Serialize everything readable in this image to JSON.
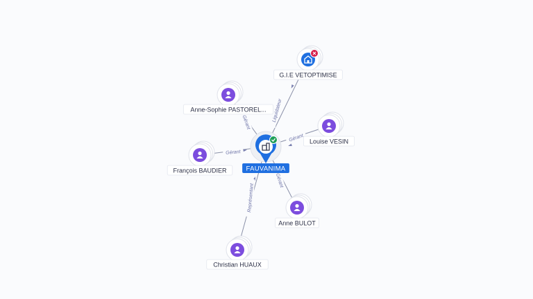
{
  "graph": {
    "center": {
      "name": "FAUVANIMA",
      "status": "active",
      "icon": "building-icon",
      "badge_icon": "check-icon",
      "color": "#1f6fe0",
      "badge_color": "#1e9e57"
    },
    "nodes": [
      {
        "id": "gie",
        "name": "G.I.E VETOPTIMISE",
        "kind": "company",
        "icon": "building-icon",
        "badge_icon": "close-icon",
        "badge_color": "#d61f4b",
        "relation": "Liquidateur"
      },
      {
        "id": "anne-sophie",
        "name": "Anne-Sophie PASTOREL...",
        "kind": "person",
        "icon": "person-icon",
        "relation": "Gérant"
      },
      {
        "id": "louise",
        "name": "Louise VESIN",
        "kind": "person",
        "icon": "person-icon",
        "relation": "Gérant"
      },
      {
        "id": "francois",
        "name": "François BAUDIER",
        "kind": "person",
        "icon": "person-icon",
        "relation": "Gérant"
      },
      {
        "id": "anne-bulot",
        "name": "Anne BULOT",
        "kind": "person",
        "icon": "person-icon",
        "relation": "Gérant"
      },
      {
        "id": "christian",
        "name": "Christian HUAUX",
        "kind": "person",
        "icon": "person-icon",
        "relation": "Représentant"
      }
    ],
    "colors": {
      "person": "#7c4dde",
      "company": "#1f6fe0",
      "edge": "#8a90a8",
      "edge_label": "#6e74a8"
    }
  }
}
